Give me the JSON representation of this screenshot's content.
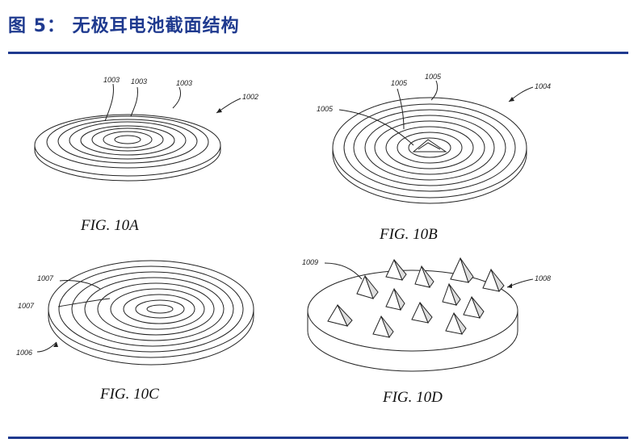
{
  "header": {
    "title": "图 5： 无极耳电池截面结构"
  },
  "figures": [
    {
      "caption": "FIG. 10A",
      "labels": [
        "1003",
        "1003",
        "1003",
        "1002"
      ]
    },
    {
      "caption": "FIG. 10B",
      "labels": [
        "1005",
        "1005",
        "1005",
        "1004"
      ]
    },
    {
      "caption": "FIG. 10C",
      "labels": [
        "1007",
        "1007",
        "1006"
      ]
    },
    {
      "caption": "FIG. 10D",
      "labels": [
        "1009",
        "1008"
      ]
    }
  ],
  "colors": {
    "accent": "#1f3a8f",
    "line": "#222222"
  }
}
